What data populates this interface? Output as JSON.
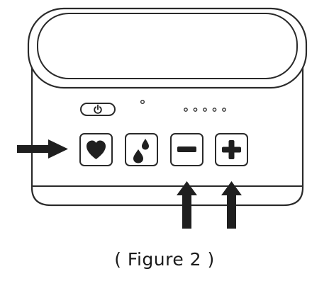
{
  "caption": "( Figure 2 )",
  "device": {
    "buttons": [
      {
        "name": "heart-button",
        "icon": "heart-icon"
      },
      {
        "name": "water-drops-button",
        "icon": "water-drops-icon"
      },
      {
        "name": "minus-button",
        "icon": "minus-icon"
      },
      {
        "name": "plus-button",
        "icon": "plus-icon"
      }
    ],
    "power_button": {
      "icon": "power-icon"
    },
    "indicator_dot_count": 5,
    "arrows": [
      {
        "name": "arrow-right-to-heart-button",
        "points_at": "heart-button"
      },
      {
        "name": "arrow-up-to-minus-button",
        "points_at": "minus-button"
      },
      {
        "name": "arrow-up-to-plus-button",
        "points_at": "plus-button"
      }
    ]
  },
  "colors": {
    "line": "#2a2a2a",
    "fill": "#1f1f1f",
    "background": "#ffffff"
  }
}
